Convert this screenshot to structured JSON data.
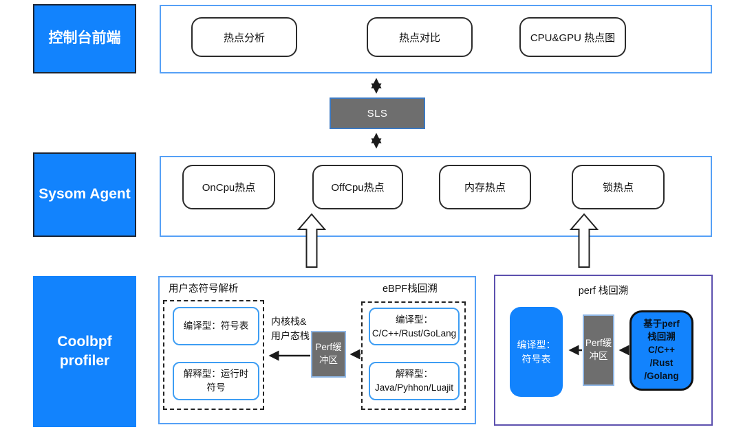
{
  "colors": {
    "brand_blue": "#1283fd",
    "gray_box": "#6e6e6e",
    "frame_border_blue": "#55a0f6",
    "frame_border_purple": "#5c50ae",
    "inner_border_blue": "#3d9df3",
    "arrow_black": "#1a1a1a"
  },
  "console_row": {
    "side_label": "控制台前端",
    "items": [
      {
        "label": "热点分析"
      },
      {
        "label": "热点对比"
      },
      {
        "label": "CPU&GPU 热点图"
      }
    ]
  },
  "sls": {
    "label": "SLS"
  },
  "agent_row": {
    "side_label": "Sysom Agent",
    "items": [
      {
        "label": "OnCpu热点"
      },
      {
        "label": "OffCpu热点"
      },
      {
        "label": "内存热点"
      },
      {
        "label": "锁热点"
      }
    ]
  },
  "profiler": {
    "side_label": "Coolbpf\nprofiler",
    "user_symbol": {
      "title": "用户态符号解析",
      "compiled": "编译型：符号表",
      "interpreted": "解释型：运行时\n符号"
    },
    "stack_label": "内核栈&\n用户态栈",
    "buffer_label": "Perf缓\n冲区",
    "ebpf": {
      "title": "eBPF栈回溯",
      "compiled": "编译型：\nC/C++/Rust/GoLang",
      "interpreted": "解释型：\nJava/Pyhhon/Luajit"
    },
    "perf": {
      "title": "perf 栈回溯",
      "symbol": "编译型：\n符号表",
      "buffer": "Perf缓\n冲区",
      "source": "基于perf\n栈回溯\nC/C++\n/Rust\n/Golang"
    }
  }
}
